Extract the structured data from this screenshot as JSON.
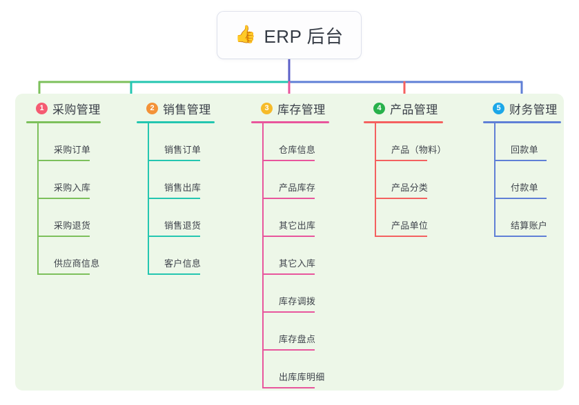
{
  "root": {
    "icon": "thumbs-up-icon",
    "icon_glyph": "👍",
    "title": "ERP 后台"
  },
  "palette": {
    "panel_background": "#edf7e8",
    "page_background": "#ffffff",
    "root_card_background": "#fdfdfe",
    "title_text": "#3b4049",
    "item_text": "#3e434b",
    "root_stem": "#5b5fc7"
  },
  "columns": [
    {
      "index": "1",
      "title": "采购管理",
      "badge_color": "#f55b72",
      "line_color": "#7cc05b",
      "connector_color": "#7cc05b",
      "items": [
        {
          "label": "采购订单"
        },
        {
          "label": "采购入库"
        },
        {
          "label": "采购退货"
        },
        {
          "label": "供应商信息"
        }
      ]
    },
    {
      "index": "2",
      "title": "销售管理",
      "badge_color": "#f39238",
      "line_color": "#23c6b0",
      "connector_color": "#23c6b0",
      "items": [
        {
          "label": "销售订单"
        },
        {
          "label": "销售出库"
        },
        {
          "label": "销售退货"
        },
        {
          "label": "客户信息"
        }
      ]
    },
    {
      "index": "3",
      "title": "库存管理",
      "badge_color": "#f6bb2a",
      "line_color": "#e8559c",
      "connector_color": "#e8559c",
      "items": [
        {
          "label": "仓库信息"
        },
        {
          "label": "产品库存"
        },
        {
          "label": "其它出库"
        },
        {
          "label": "其它入库"
        },
        {
          "label": "库存调拨"
        },
        {
          "label": "库存盘点"
        },
        {
          "label": "出库库明细"
        }
      ]
    },
    {
      "index": "4",
      "title": "产品管理",
      "badge_color": "#27b14b",
      "line_color": "#f4605f",
      "connector_color": "#f4605f",
      "items": [
        {
          "label": "产品（物料）"
        },
        {
          "label": "产品分类"
        },
        {
          "label": "产品单位"
        }
      ]
    },
    {
      "index": "5",
      "title": "财务管理",
      "badge_color": "#1ca7e8",
      "line_color": "#5f7fd6",
      "connector_color": "#5f7fd6",
      "items": [
        {
          "label": "回款单"
        },
        {
          "label": "付款单"
        },
        {
          "label": "结算账户"
        }
      ]
    }
  ]
}
